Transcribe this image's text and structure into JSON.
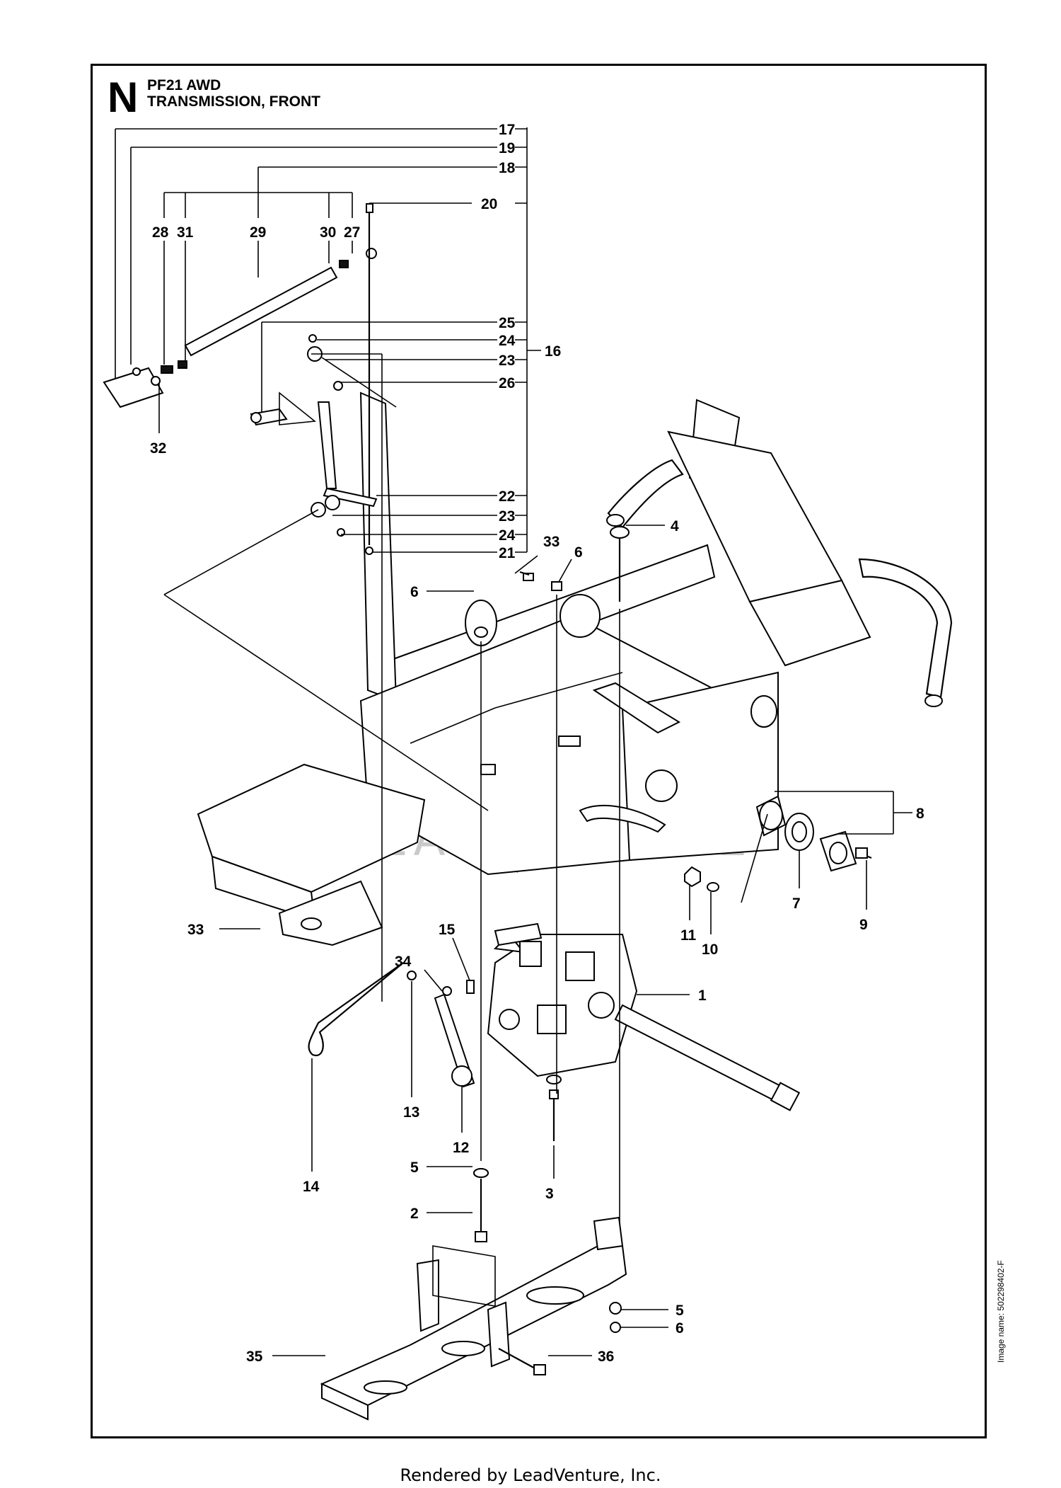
{
  "header": {
    "section_letter": "N",
    "model": "PF21 AWD",
    "title": "TRANSMISSION, FRONT"
  },
  "image_name": "Image name: 502298402-F",
  "footer": "Rendered by LeadVenture, Inc.",
  "watermark": "LEADVENTURE",
  "callouts": [
    "17",
    "19",
    "18",
    "20",
    "28",
    "31",
    "29",
    "30",
    "27",
    "25",
    "24",
    "23",
    "26",
    "16",
    "32",
    "22",
    "23",
    "24",
    "21",
    "33",
    "6",
    "4",
    "6",
    "8",
    "7",
    "9",
    "11",
    "10",
    "33",
    "15",
    "34",
    "1",
    "13",
    "12",
    "14",
    "5",
    "2",
    "3",
    "5",
    "6",
    "35",
    "36"
  ]
}
